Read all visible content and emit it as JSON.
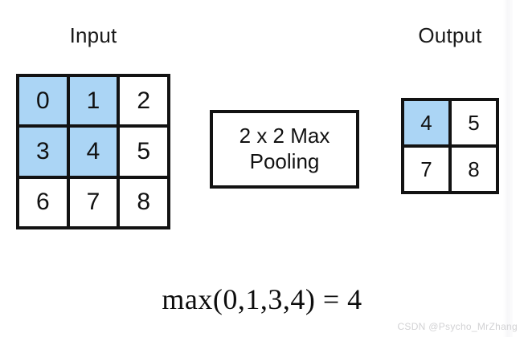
{
  "figure": {
    "title_input": "Input",
    "title_output": "Output",
    "formula": "max(0,1,3,4) = 4",
    "watermark": "CSDN @Psycho_MrZhang",
    "colors": {
      "highlight": "#abd5f5",
      "border": "#121212",
      "background": "#ffffff",
      "text": "#111111",
      "watermark": "#d2d2d4"
    }
  },
  "operation": {
    "line1": "2 x 2 Max",
    "line2": "Pooling"
  },
  "input_matrix": {
    "rows": 3,
    "cols": 3,
    "cells": [
      {
        "value": "0",
        "highlight": true
      },
      {
        "value": "1",
        "highlight": true
      },
      {
        "value": "2",
        "highlight": false
      },
      {
        "value": "3",
        "highlight": true
      },
      {
        "value": "4",
        "highlight": true
      },
      {
        "value": "5",
        "highlight": false
      },
      {
        "value": "6",
        "highlight": false
      },
      {
        "value": "7",
        "highlight": false
      },
      {
        "value": "8",
        "highlight": false
      }
    ]
  },
  "output_matrix": {
    "rows": 2,
    "cols": 2,
    "cells": [
      {
        "value": "4",
        "highlight": true
      },
      {
        "value": "5",
        "highlight": false
      },
      {
        "value": "7",
        "highlight": false
      },
      {
        "value": "8",
        "highlight": false
      }
    ]
  }
}
